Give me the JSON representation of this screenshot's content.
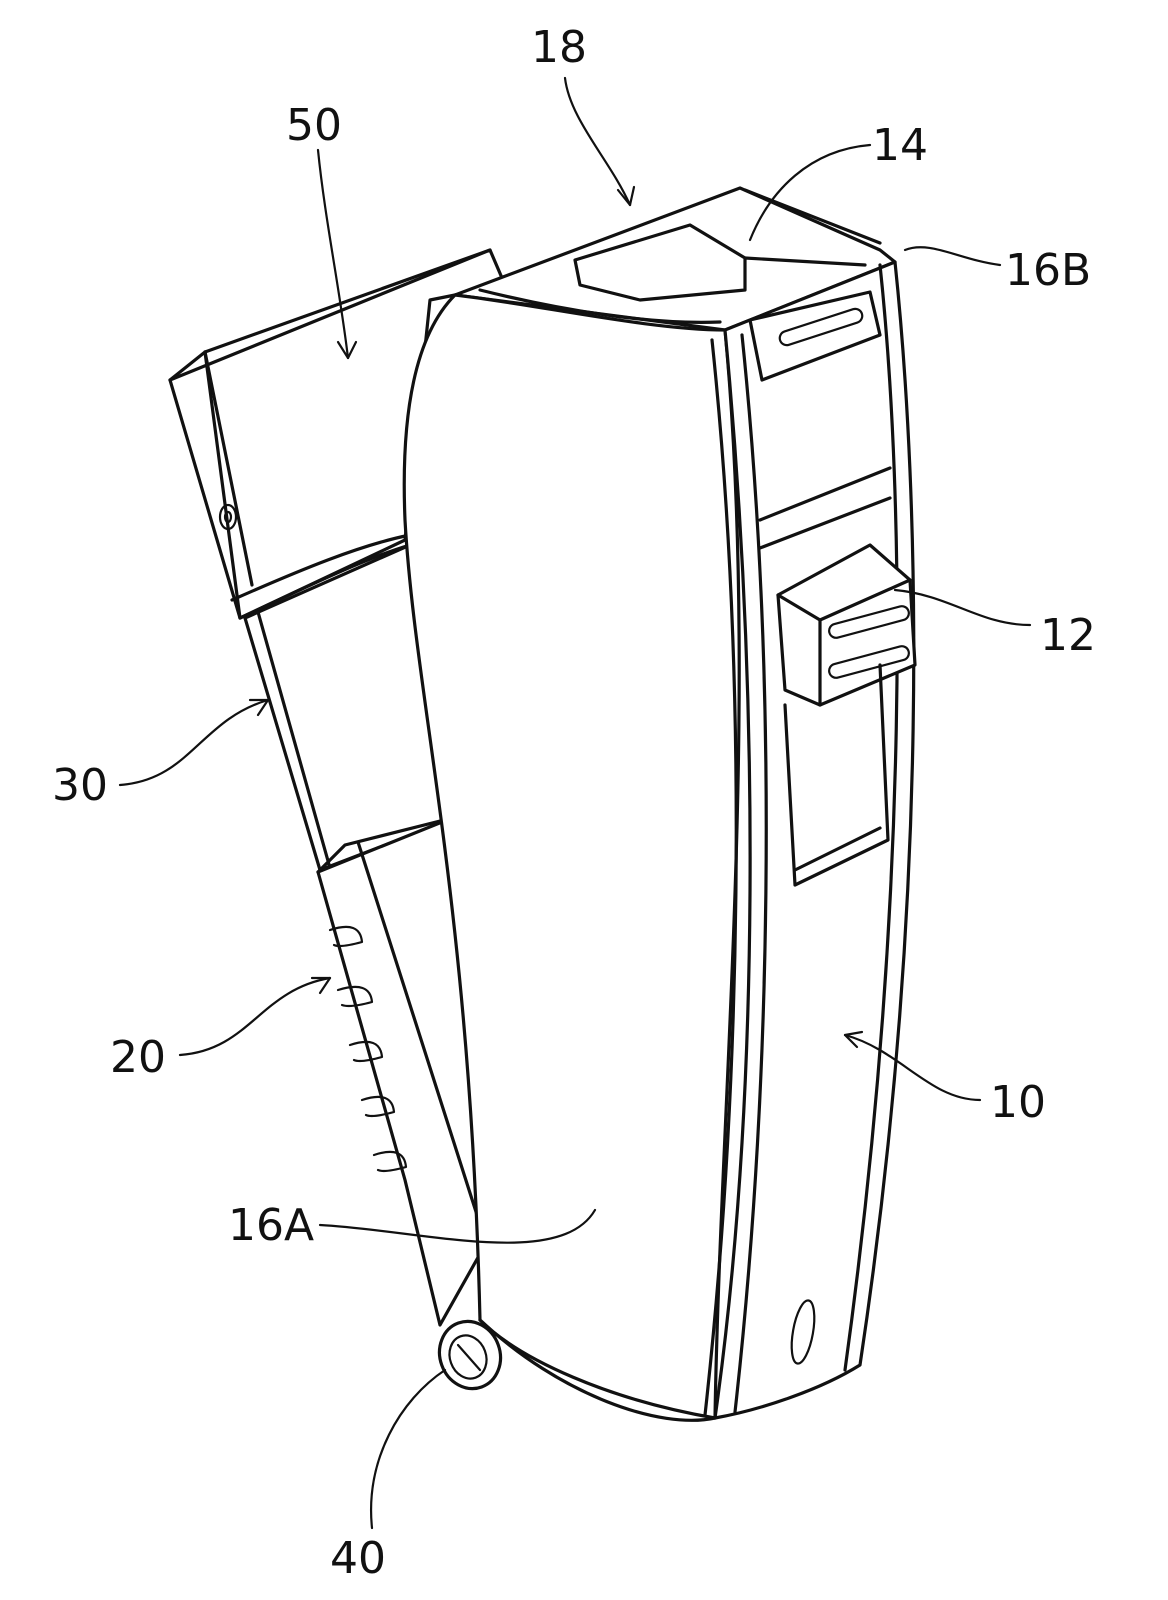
{
  "figure": {
    "reference_numerals": {
      "r10": "10",
      "r12": "12",
      "r14": "14",
      "r16a": "16A",
      "r16b": "16B",
      "r18": "18",
      "r20": "20",
      "r30": "30",
      "r40": "40",
      "r50": "50"
    }
  }
}
